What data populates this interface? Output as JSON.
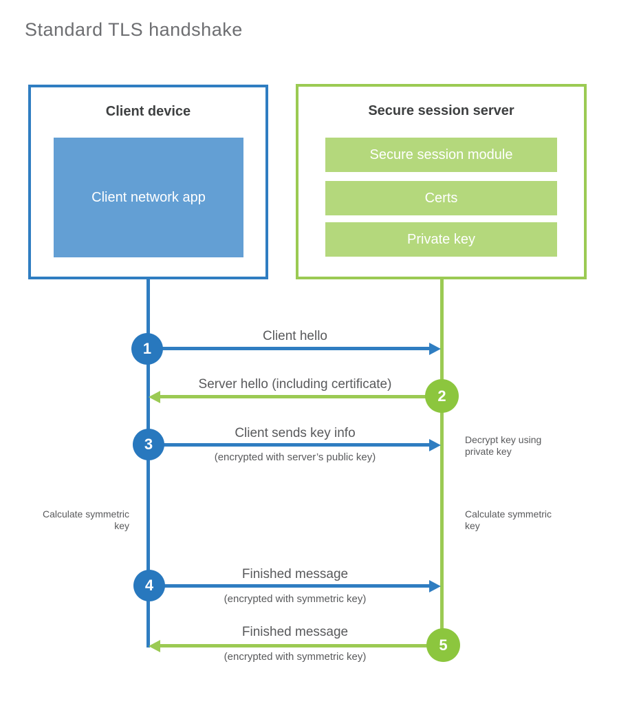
{
  "title": "Standard TLS handshake",
  "colors": {
    "client_accent": "#2f7dc1",
    "client_fill": "#639fd4",
    "client_circle": "#2878be",
    "server_accent": "#9bca53",
    "server_fill": "#b4d87c",
    "server_circle": "#8cc63e",
    "heading_text": "#3e4041",
    "label_text": "#58595b",
    "title_text": "#6d6e71"
  },
  "client": {
    "title": "Client device",
    "app_label": "Client network app"
  },
  "server": {
    "title": "Secure session server",
    "modules": [
      "Secure session module",
      "Certs",
      "Private key"
    ]
  },
  "steps": [
    {
      "num": "1",
      "label": "Client hello",
      "sublabel": "",
      "direction": "right",
      "actor": "client"
    },
    {
      "num": "2",
      "label": "Server hello (including certificate)",
      "sublabel": "",
      "direction": "left",
      "actor": "server"
    },
    {
      "num": "3",
      "label": "Client sends key info",
      "sublabel": "(encrypted with server’s public key)",
      "direction": "right",
      "actor": "client"
    },
    {
      "num": "4",
      "label": "Finished message",
      "sublabel": "(encrypted with symmetric key)",
      "direction": "right",
      "actor": "client"
    },
    {
      "num": "5",
      "label": "Finished message",
      "sublabel": "(encrypted with symmetric key)",
      "direction": "left",
      "actor": "server"
    }
  ],
  "annotations": {
    "decrypt": "Decrypt key using private key",
    "calc_left": "Calculate symmetric key",
    "calc_right": "Calculate symmetric key"
  }
}
